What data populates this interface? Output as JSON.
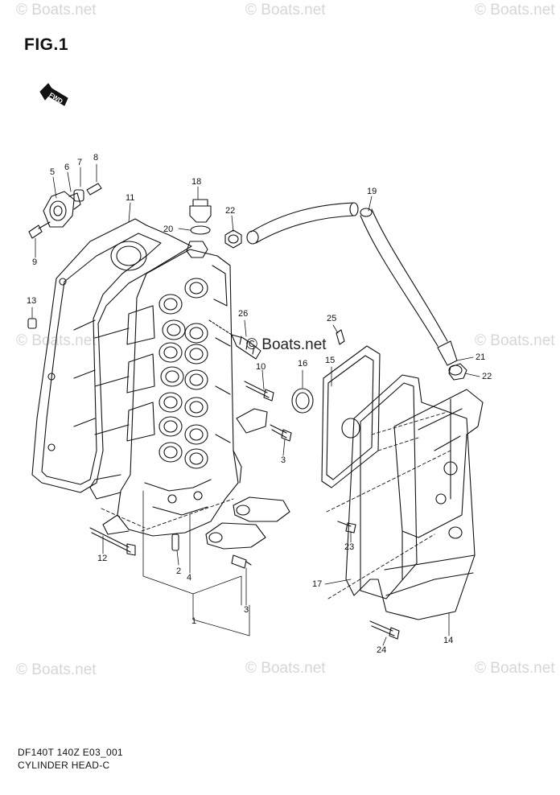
{
  "figure": {
    "title": "FIG.1",
    "direction_label": "FWD",
    "model_code": "DF140T 140Z E03_001",
    "section_name": "CYLINDER HEAD-C"
  },
  "watermark": {
    "text": "© Boats.net"
  },
  "callouts": [
    {
      "id": "c1",
      "label": "1"
    },
    {
      "id": "c2",
      "label": "2"
    },
    {
      "id": "c3a",
      "label": "3"
    },
    {
      "id": "c3b",
      "label": "3"
    },
    {
      "id": "c4",
      "label": "4"
    },
    {
      "id": "c5",
      "label": "5"
    },
    {
      "id": "c6",
      "label": "6"
    },
    {
      "id": "c7",
      "label": "7"
    },
    {
      "id": "c8",
      "label": "8"
    },
    {
      "id": "c9",
      "label": "9"
    },
    {
      "id": "c10",
      "label": "10"
    },
    {
      "id": "c11",
      "label": "11"
    },
    {
      "id": "c12",
      "label": "12"
    },
    {
      "id": "c13",
      "label": "13"
    },
    {
      "id": "c14",
      "label": "14"
    },
    {
      "id": "c15",
      "label": "15"
    },
    {
      "id": "c16",
      "label": "16"
    },
    {
      "id": "c17",
      "label": "17"
    },
    {
      "id": "c18",
      "label": "18"
    },
    {
      "id": "c19",
      "label": "19"
    },
    {
      "id": "c20",
      "label": "20"
    },
    {
      "id": "c21",
      "label": "21"
    },
    {
      "id": "c22a",
      "label": "22"
    },
    {
      "id": "c22b",
      "label": "22"
    },
    {
      "id": "c23",
      "label": "23"
    },
    {
      "id": "c24",
      "label": "24"
    },
    {
      "id": "c25",
      "label": "25"
    },
    {
      "id": "c26",
      "label": "26"
    }
  ]
}
